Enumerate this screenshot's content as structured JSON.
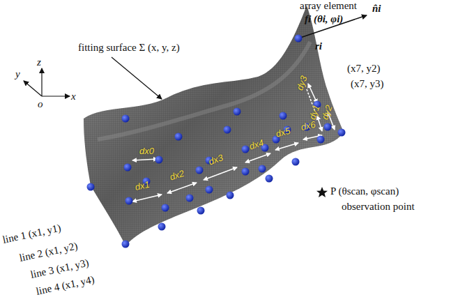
{
  "diagram": {
    "labels": [
      "array element",
      "fi (θi, φi)",
      "n̂i",
      "ri",
      "(x7, y2)",
      "(x7, y3)",
      "fitting surface Σ (x, y, z)",
      "z",
      "y",
      "x",
      "o",
      "dx0",
      "dx1",
      "dx2",
      "dx3",
      "dx4",
      "dx5",
      "dx6",
      "dy3",
      "dy1",
      "dy2",
      "P (θscan, φscan)",
      "observation point",
      "line 1 (x1, y1)",
      "line 2 (x1, y2)",
      "line 3 (x1, y3)",
      "line 4 (x1, y4)"
    ]
  }
}
